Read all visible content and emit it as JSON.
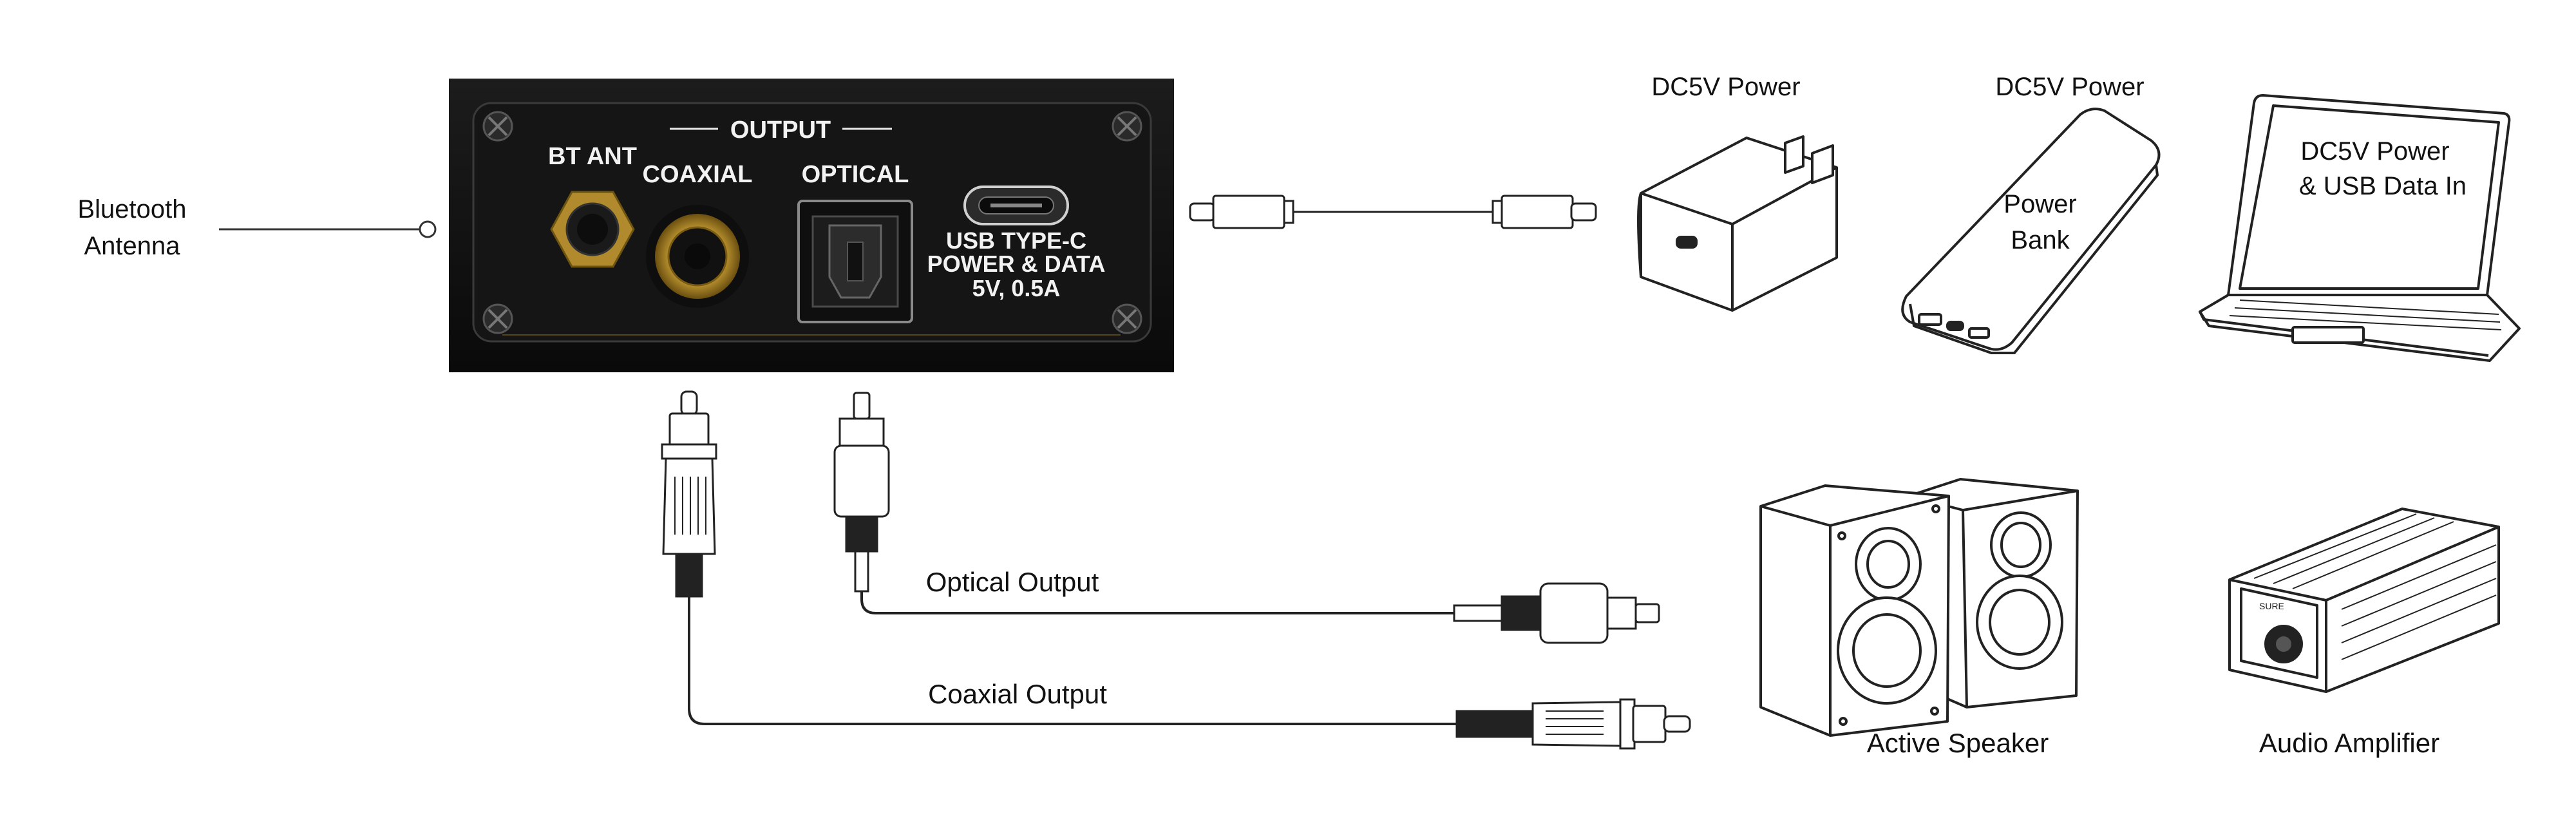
{
  "labels": {
    "bt_antenna_line1": "Bluetooth",
    "bt_antenna_line2": "Antenna",
    "panel_output": "OUTPUT",
    "panel_bt_ant": "BT ANT",
    "panel_coaxial": "COAXIAL",
    "panel_optical": "OPTICAL",
    "panel_usb_line1": "USB TYPE-C",
    "panel_usb_line2": "POWER & DATA",
    "panel_usb_line3": "5V, 0.5A",
    "charger_label": "DC5V Power",
    "powerbank_label": "DC5V Power",
    "powerbank_text_line1": "Power",
    "powerbank_text_line2": "Bank",
    "laptop_text_line1": "DC5V Power",
    "laptop_text_line2": "& USB Data In",
    "optical_output": "Optical Output",
    "coaxial_output": "Coaxial Output",
    "active_speaker": "Active Speaker",
    "audio_amplifier": "Audio Amplifier"
  },
  "colors": {
    "panel": "#111111",
    "gold": "#c9a032",
    "line": "#222222"
  },
  "icons": {
    "usb_cable": "usb-c-cable-icon",
    "charger": "wall-charger-icon",
    "powerbank": "power-bank-icon",
    "laptop": "laptop-icon",
    "speaker": "speaker-icon",
    "amplifier": "amplifier-icon",
    "rca_plug": "rca-plug-icon",
    "toslink_plug": "toslink-plug-icon"
  }
}
